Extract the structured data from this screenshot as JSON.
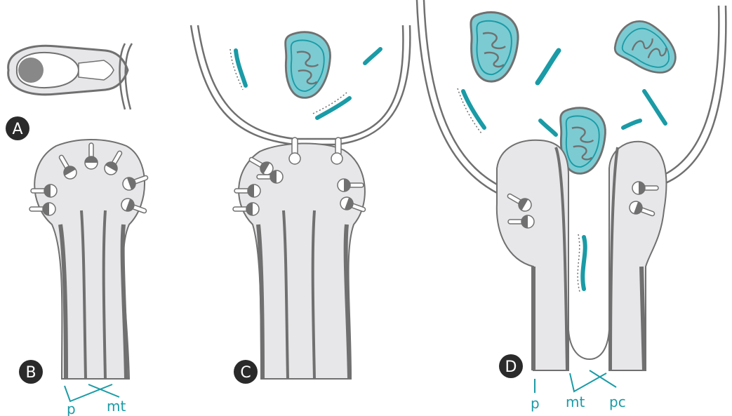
{
  "colors": {
    "teal": "#1a9ba6",
    "teal_light": "#7ccbd2",
    "teal_dark": "#127b84",
    "outline": "#707070",
    "cell_fill": "#e7e7e9",
    "microtubule": "#707070",
    "label_circle": "#2a2a2a",
    "label_text": "#ffffff",
    "annotation": "#1a9ba6"
  },
  "panels": {
    "a": {
      "label": "A"
    },
    "b": {
      "label": "B",
      "annotations": [
        "p",
        "mt"
      ]
    },
    "c": {
      "label": "C"
    },
    "d": {
      "label": "D",
      "annotations": [
        "p",
        "mt",
        "pc"
      ]
    }
  }
}
